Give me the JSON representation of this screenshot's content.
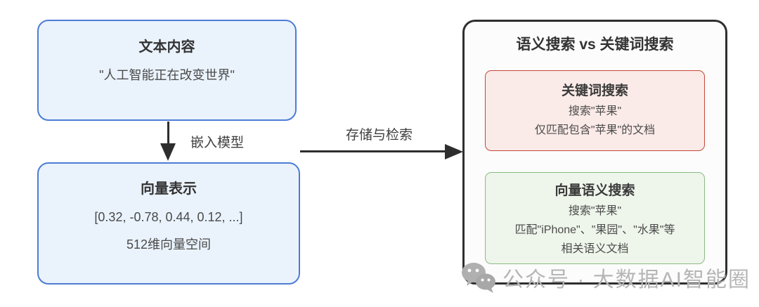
{
  "left_flow": {
    "text_box": {
      "title": "文本内容",
      "content": "\"人工智能正在改变世界\""
    },
    "embed_arrow_label": "嵌入模型",
    "vector_box": {
      "title": "向量表示",
      "vector_values": "[0.32, -0.78, 0.44, 0.12, ...]",
      "dimension": "512维向量空间"
    }
  },
  "store_arrow_label": "存储与检索",
  "comparison_panel": {
    "title": "语义搜索 vs 关键词搜索",
    "keyword_box": {
      "title": "关键词搜索",
      "lines": [
        "搜索\"苹果\"",
        "仅匹配包含\"苹果\"的文档"
      ]
    },
    "semantic_box": {
      "title": "向量语义搜索",
      "lines": [
        "搜索\"苹果\"",
        "匹配\"iPhone\"、\"果园\"、\"水果\"等",
        "相关语义文档"
      ]
    }
  },
  "watermark": {
    "icon": "wechat-icon",
    "text": "公众号 · 大数据AI智能圈"
  },
  "colors": {
    "blue_border": "#4d7cd6",
    "blue_bg": "#eaf3fc",
    "red_border": "#c4473a",
    "red_bg": "#fbebe8",
    "green_border": "#8cba85",
    "green_bg": "#eef5ea",
    "panel_border": "#2f2f2f",
    "arrow_color": "#2e2e2e",
    "watermark_color": "#b5b5b5"
  }
}
